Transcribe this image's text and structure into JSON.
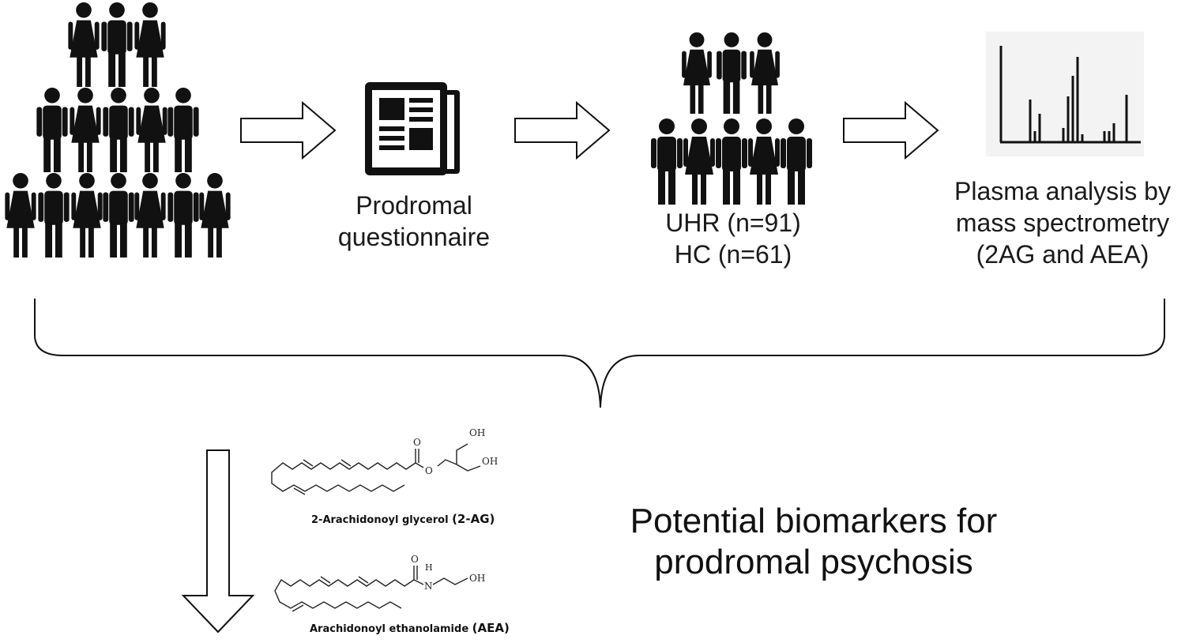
{
  "steps": {
    "questionnaire": {
      "line1": "Prodromal",
      "line2": "questionnaire"
    },
    "groups": {
      "line1": "UHR (n=91)",
      "line2": "HC (n=61)"
    },
    "analysis": {
      "line1": "Plasma analysis by",
      "line2": "mass spectrometry",
      "line3": "(2AG and AEA)"
    }
  },
  "result": {
    "line1": "Potential biomarkers for",
    "line2": "prodromal psychosis"
  },
  "compounds": [
    {
      "name": "2-Arachidonoyl glycerol",
      "abbr": "(2-AG)"
    },
    {
      "name": "Arachidonoyl ethanolamide",
      "abbr": "(AEA)"
    }
  ],
  "atom_labels": {
    "oh": "OH",
    "o": "O",
    "n": "N",
    "h": "H"
  },
  "icons": {
    "population": "people-crowd-icon",
    "questionnaire": "newspaper-document-icon",
    "cohort": "people-group-icon",
    "spectrum": "mass-spectrum-icon"
  },
  "colors": {
    "ink": "#111111",
    "arrow_fill": "#ffffff",
    "spectrum_bg": "#f3f3f3"
  }
}
